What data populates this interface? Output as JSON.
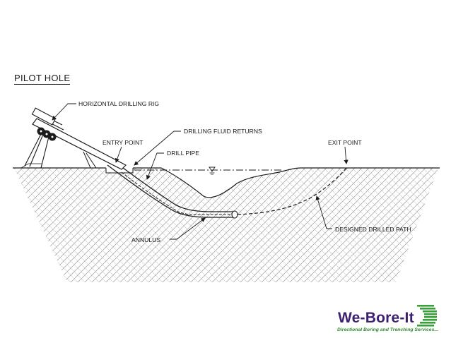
{
  "title": "PILOT HOLE",
  "labels": {
    "rig": "HORIZONTAL DRILLING RIG",
    "fluid_returns": "DRILLING FLUID RETURNS",
    "entry_point": "ENTRY POINT",
    "drill_pipe": "DRILL PIPE",
    "exit_point": "EXIT POINT",
    "annulus": "ANNULUS",
    "designed_path": "DESIGNED DRILLED PATH"
  },
  "logo": {
    "name": "We-Bore-It",
    "tagline": "Directional Boring and Trenching Services..."
  },
  "colors": {
    "line": "#1a1a1a",
    "hatch": "#8a8a8a",
    "logo_purple": "#3c1f6e",
    "logo_green": "#2e8b2e"
  },
  "icons": {
    "water_level": "water-level-triangle-icon",
    "logo_mark": "green-stripes-logo-icon"
  }
}
